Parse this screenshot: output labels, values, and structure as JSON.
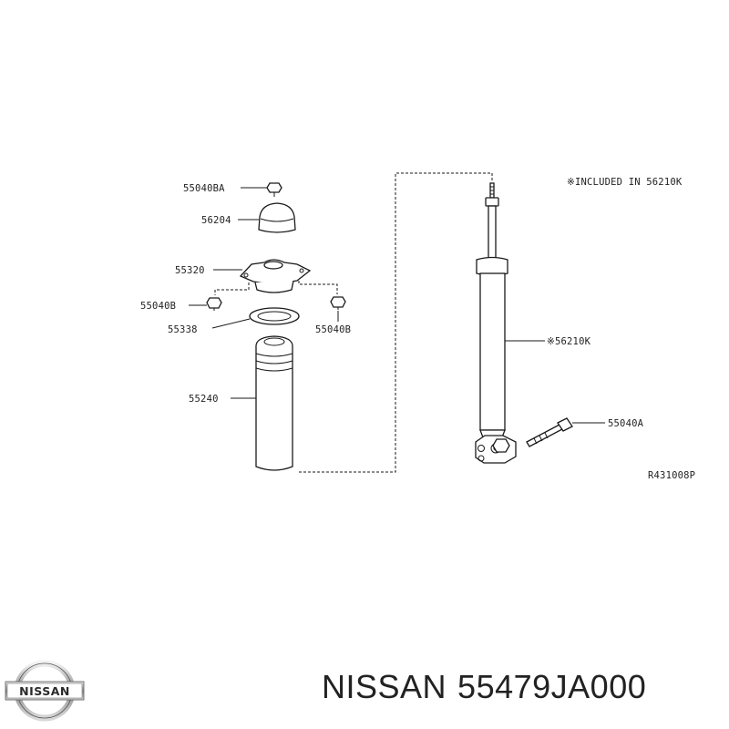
{
  "diagram": {
    "note": "※INCLUDED IN 56210K",
    "ref_code": "R431008P",
    "callouts": {
      "nut_top": "55040BA",
      "bump_cap": "56204",
      "mount_plate": "55320",
      "nut_left": "55040B",
      "seal_ring": "55338",
      "nut_right": "55040B",
      "dust_boot": "55240",
      "shock_absorber": "※56210K",
      "lower_bolt": "55040A"
    }
  },
  "footer": {
    "brand": "NISSAN",
    "part_number": "55479JA000",
    "logo_text": "NISSAN"
  }
}
